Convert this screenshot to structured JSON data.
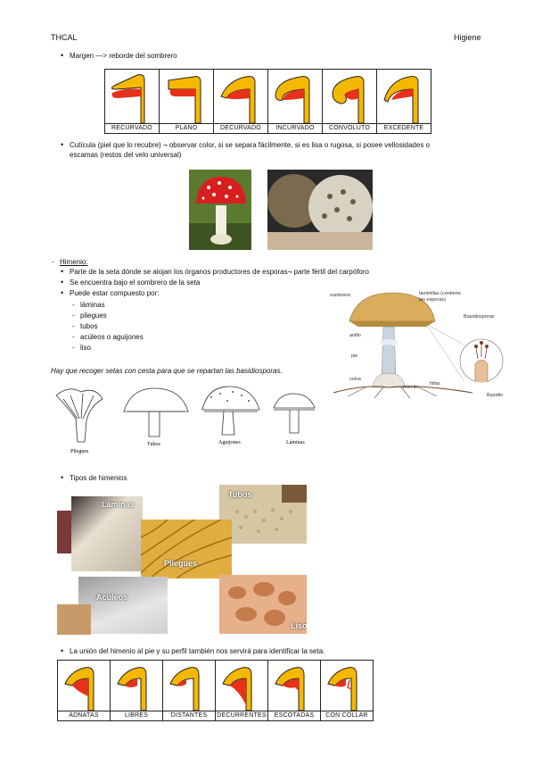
{
  "header": {
    "left": "THCAL",
    "right": "Higiene"
  },
  "margen": {
    "text": "Margen —> reborde del sombrero",
    "panels": [
      "RECURVADO",
      "PLANO",
      "DECURVADO",
      "INCURVADO",
      "CONVOLUTO",
      "EXCEDENTE"
    ]
  },
  "cuticula": {
    "line1": "Cutícula (piel que lo recubre) ¬ observar color, si se separa fácilmente, si es lisa o rugosa, si posee vellosidades o",
    "line2": "escamas (restos del velo universal)"
  },
  "himenio": {
    "title": "Himenio:",
    "bullets": [
      "Parte de la seta dónde se alojan los órganos productores de esporas¬ parte fértil del carpóforo",
      "Se encuentra bajo el sombrero de la seta",
      "Puede estar compuesto por:"
    ],
    "subitems": [
      "láminas",
      "pliegues",
      "tubos",
      "acúleos o aguijones",
      "liso"
    ],
    "note": "Hay que recoger setas con cesta para que se repartan las basidiosporas."
  },
  "diagram": {
    "labels": [
      "sombrero",
      "laminillas (contiene",
      "las esporas)",
      "Basidiosporas",
      "anillo",
      "pie",
      "volva",
      "micelio",
      "hifas",
      "Basidio"
    ]
  },
  "drawings": [
    "Pliegues",
    "Tubos",
    "Aguijones",
    "Láminas"
  ],
  "tipos": {
    "title": "Tipos de himenios",
    "labels": [
      "Láminas",
      "Tubos",
      "Pliegues",
      "Acúleos",
      "Liso"
    ]
  },
  "union": {
    "text": "La unión del himenio al pie y su perfil también nos servirá para identificar la seta.",
    "panels": [
      "ADNATAS",
      "LIBRES",
      "DISTANTES",
      "DECURRENTES",
      "ESCOTADAS",
      "CON COLLAR"
    ]
  },
  "colors": {
    "cap": "#f5b800",
    "gill": "#e8301a"
  }
}
